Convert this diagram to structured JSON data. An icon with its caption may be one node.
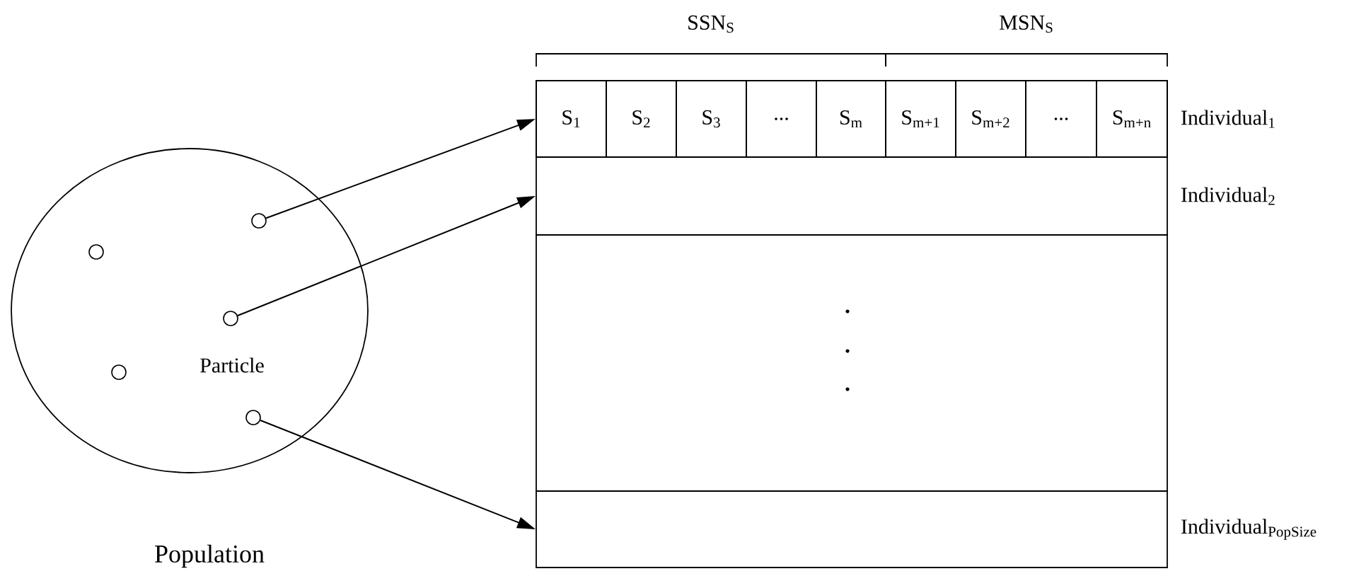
{
  "diagram": {
    "nodes": [
      {
        "text": [
          "Population"
        ]
      },
      {
        "text": [],
        "shape": "circle",
        "in": 0
      },
      {
        "text": [],
        "shape": "circle",
        "in": 0
      },
      {
        "text": [],
        "shape": "circle",
        "in": 0,
        "beside": [
          "Particle"
        ]
      },
      {
        "text": [],
        "shape": "circle",
        "in": 0
      },
      {
        "text": [],
        "shape": "circle",
        "in": 0
      },
      {
        "text": [],
        "shape": "box",
        "beside": [
          "Individual$_{1}$"
        ]
      },
      {
        "text": [
          "S$_{1}$"
        ],
        "in": 6
      },
      {
        "text": [
          "S$_{2}$"
        ],
        "in": 6
      },
      {
        "text": [
          "S$_{3}$"
        ],
        "in": 6
      },
      {
        "text": [
          "..."
        ],
        "in": 6
      },
      {
        "text": [
          "S$_{m}$"
        ],
        "in": 6
      },
      {
        "text": [
          "S$_{m+1}$"
        ],
        "in": 6
      },
      {
        "text": [
          "S$_{m+2}$"
        ],
        "in": 6
      },
      {
        "text": [
          "..."
        ],
        "in": 6
      },
      {
        "text": [
          "S$_{m+n}$"
        ],
        "in": 6
      },
      {
        "text": [],
        "shape": "box",
        "beside": [
          "Individual$_{2}$"
        ]
      },
      {
        "text": [],
        "shape": "box"
      },
      {
        "text": [],
        "shape": "box",
        "beside": [
          "Individual$_{PopSize}$"
        ]
      }
    ],
    "edges": [
      {
        "from": 1,
        "to": 6,
        "arrow": "to"
      },
      {
        "from": 3,
        "to": 16,
        "arrow": "to"
      },
      {
        "from": 5,
        "to": 18,
        "arrow": "to"
      }
    ],
    "labels": [
      "SSN$_{S}$",
      "MSN$_{S}$"
    ]
  }
}
